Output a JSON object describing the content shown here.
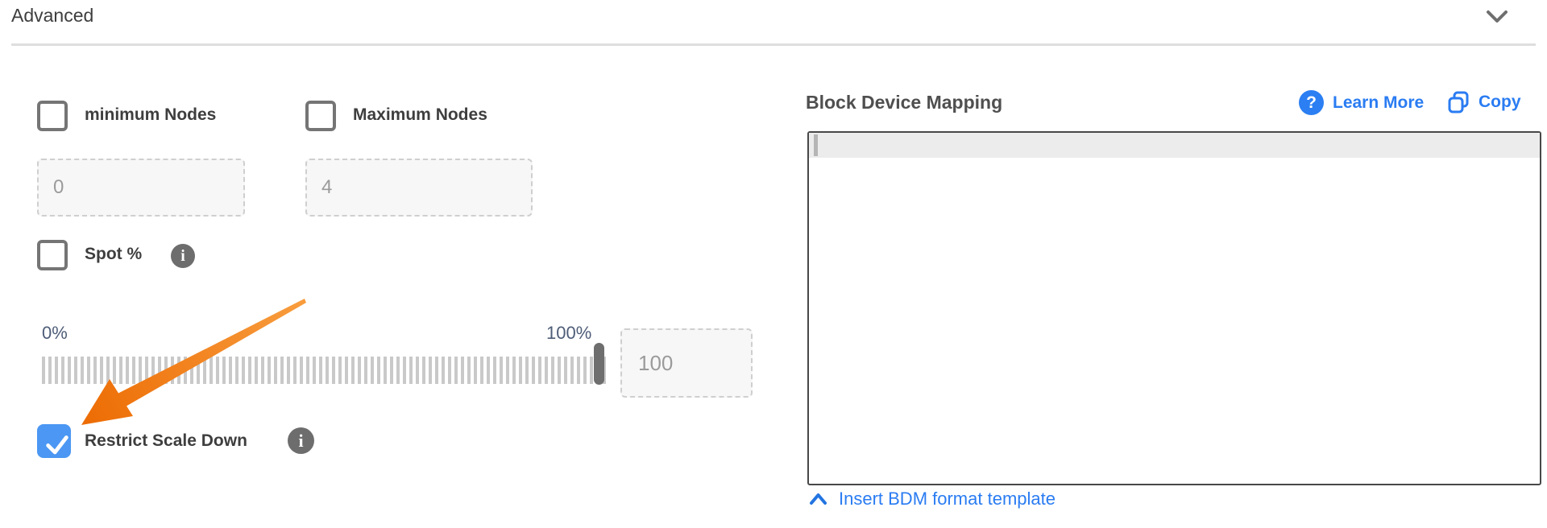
{
  "header": {
    "title": "Advanced"
  },
  "left_panel": {
    "min_nodes": {
      "label": "minimum Nodes",
      "checked": false,
      "placeholder": "0"
    },
    "max_nodes": {
      "label": "Maximum Nodes",
      "checked": false,
      "placeholder": "4"
    },
    "spot": {
      "label": "Spot %",
      "checked": false
    },
    "slider": {
      "min_label": "0%",
      "max_label": "100%",
      "placeholder": "100",
      "handle_position_pct": 100
    },
    "restrict_scale_down": {
      "label": "Restrict Scale Down",
      "checked": true
    }
  },
  "right_panel": {
    "title": "Block Device Mapping",
    "learn_more_label": "Learn More",
    "copy_label": "Copy",
    "editor_value": "",
    "insert_template_label": "Insert BDM format template"
  },
  "icons": {
    "info_glyph": "i",
    "question_glyph": "?"
  },
  "colors": {
    "checkbox_checked_blue": "#4b97f3",
    "link_blue": "#2a7cf2",
    "question_circle_blue": "#2b7ff2",
    "annotation_arrow_orange": "#ee6f0e",
    "editor_active_line": "#ececec",
    "slider_label_blue_gray": "#4e5d78"
  }
}
